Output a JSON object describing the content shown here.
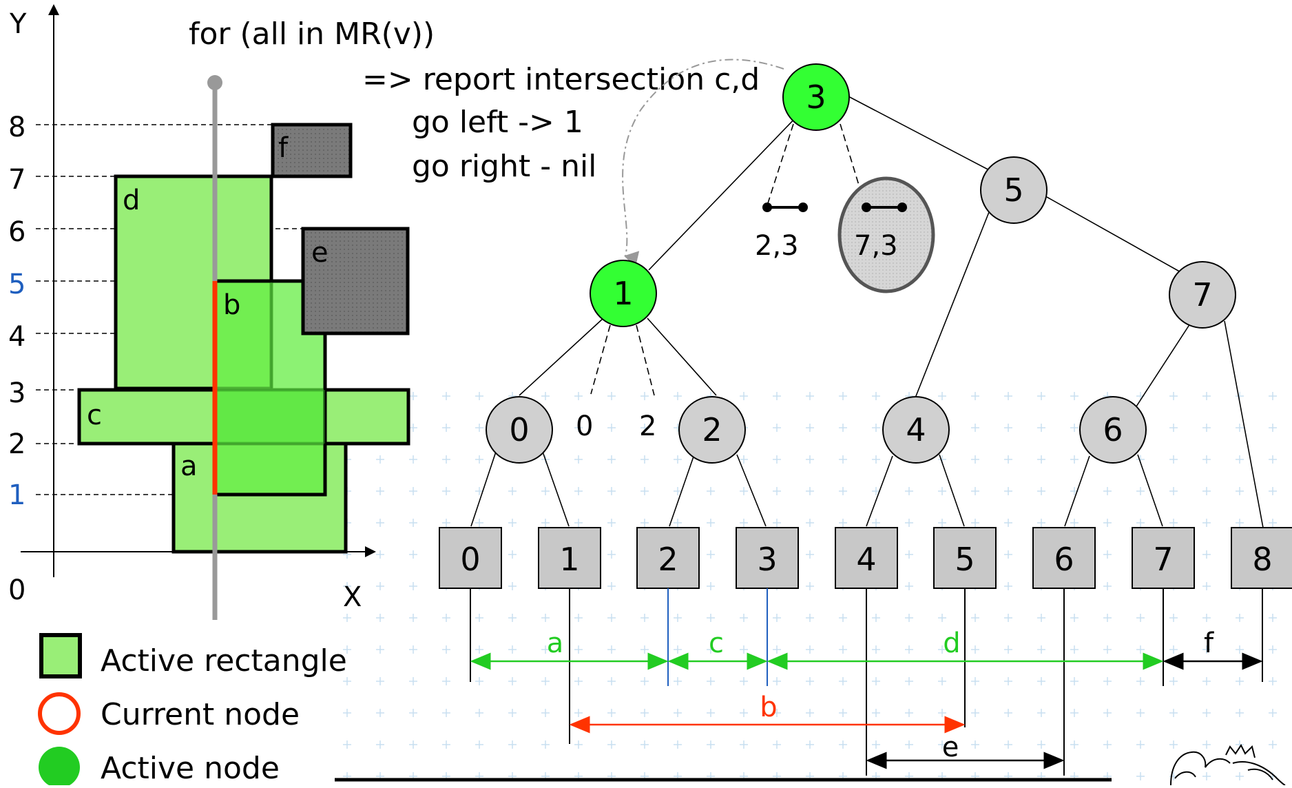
{
  "annotation": {
    "line1": "for (all in MR(v))",
    "line2": "=> report intersection c,d",
    "line3": "go left -> 1",
    "line4": "go right - nil"
  },
  "axes": {
    "y_label": "Y",
    "x_label": "X",
    "origin": "0",
    "y_ticks": [
      "1",
      "2",
      "3",
      "4",
      "5",
      "6",
      "7",
      "8"
    ],
    "highlight_ticks": [
      "1",
      "5"
    ],
    "highlight_color": "#1f5fbf"
  },
  "rectangles": [
    {
      "name": "a",
      "active": true
    },
    {
      "name": "b",
      "active": true
    },
    {
      "name": "c",
      "active": true
    },
    {
      "name": "d",
      "active": true
    },
    {
      "name": "e",
      "active": false
    },
    {
      "name": "f",
      "active": false
    }
  ],
  "tree": {
    "nodes": [
      {
        "label": "3",
        "state": "active"
      },
      {
        "label": "1",
        "state": "active"
      },
      {
        "label": "5",
        "state": "inactive"
      },
      {
        "label": "0",
        "state": "inactive"
      },
      {
        "label": "2",
        "state": "inactive"
      },
      {
        "label": "4",
        "state": "inactive"
      },
      {
        "label": "6",
        "state": "inactive"
      },
      {
        "label": "7",
        "state": "inactive"
      }
    ],
    "mr_lists": {
      "node3": [
        "2,3",
        "7,3"
      ],
      "node1": [
        "0",
        "2"
      ]
    },
    "leaves": [
      "0",
      "1",
      "2",
      "3",
      "4",
      "5",
      "6",
      "7",
      "8"
    ]
  },
  "intervals": [
    {
      "label": "a",
      "color": "#22cc22"
    },
    {
      "label": "c",
      "color": "#22cc22"
    },
    {
      "label": "d",
      "color": "#22cc22"
    },
    {
      "label": "f",
      "color": "#000000"
    },
    {
      "label": "b",
      "color": "#ff3300"
    },
    {
      "label": "e",
      "color": "#000000"
    }
  ],
  "legend": {
    "active_rectangle": "Active rectangle",
    "current_node": "Current node",
    "active_node": "Active node"
  },
  "colors": {
    "active_green": "#33ff33",
    "rect_green": "#99ee77",
    "inactive_gray": "#d0d0d0",
    "dark_rect": "#777777",
    "current_red": "#ff3300",
    "grid_plus": "#c8dff0"
  }
}
